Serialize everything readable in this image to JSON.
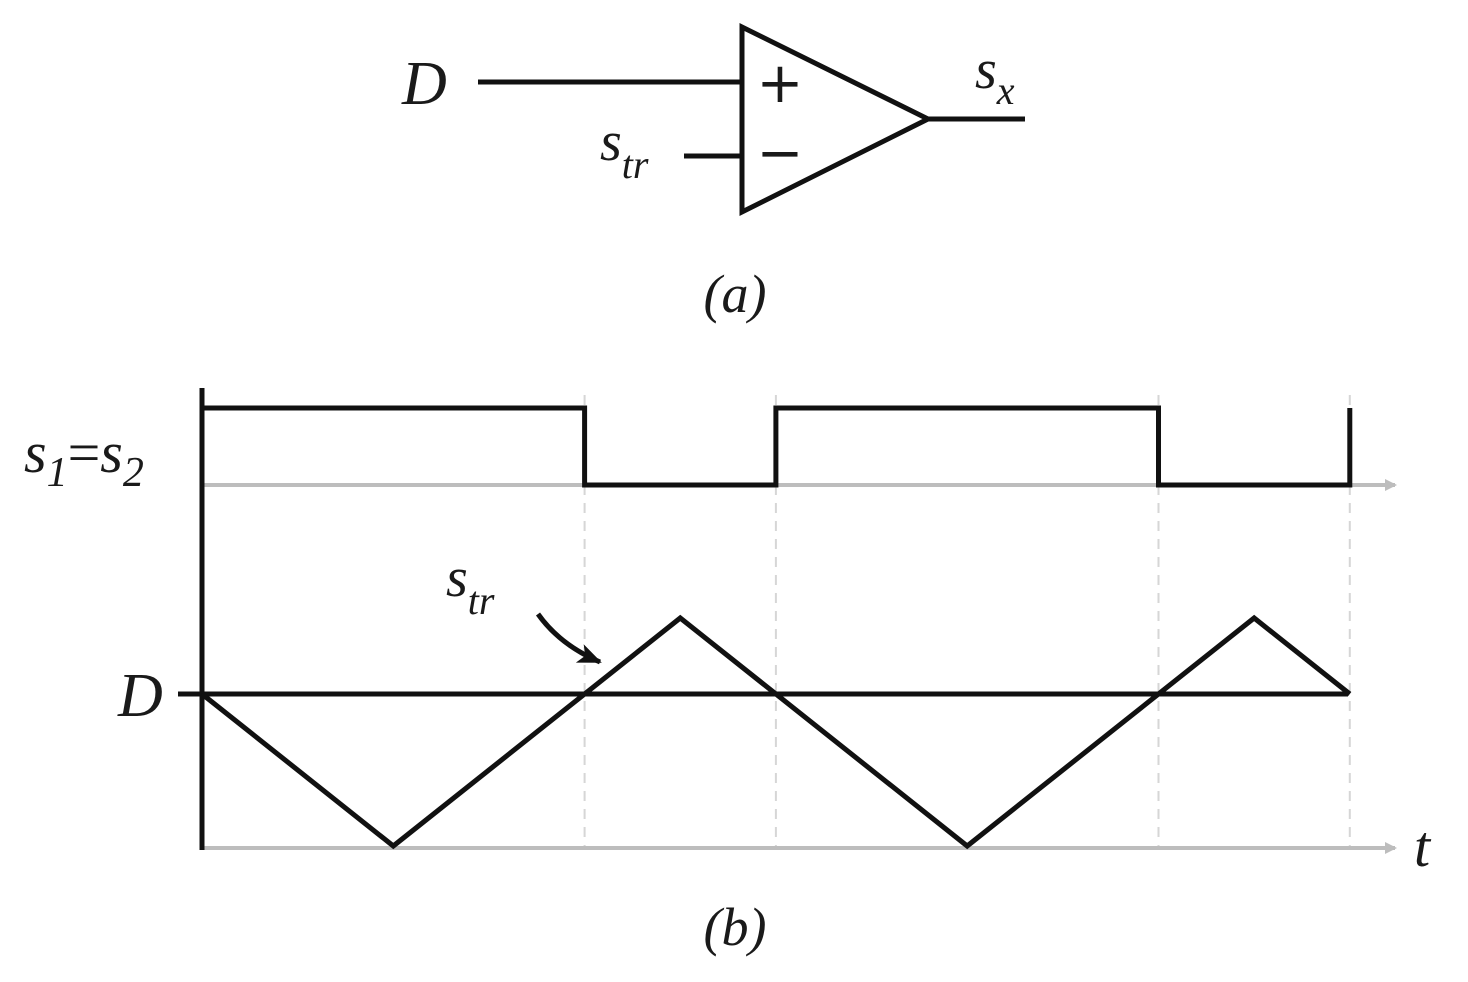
{
  "panel_a": {
    "caption": "(a)",
    "input_plus": {
      "base": "D",
      "sub": ""
    },
    "input_minus": {
      "base": "s",
      "sub": "tr"
    },
    "output": {
      "base": "s",
      "sub": "x"
    },
    "plus_sign": "+",
    "minus_sign": "−"
  },
  "panel_b": {
    "caption": "(b)",
    "top_label": {
      "s1": "s",
      "s1_sub": "1",
      "eq": "=",
      "s2": "s",
      "s2_sub": "2"
    },
    "d_label": "D",
    "carrier_label": {
      "base": "s",
      "sub": "tr"
    },
    "time_label": "t",
    "carrier_vertices": [
      {
        "t": 0,
        "level": 0
      },
      {
        "t": 1,
        "level": -1
      },
      {
        "t": 2.5,
        "level": 0.5
      },
      {
        "t": 4,
        "level": -1
      },
      {
        "t": 5.5,
        "level": 0.5
      },
      {
        "t": 6,
        "level": 0
      }
    ],
    "pulse_transitions": [
      0,
      2,
      3,
      5,
      6
    ],
    "pulse_states": [
      1,
      0,
      1,
      0
    ],
    "colors": {
      "wave": "#111111",
      "axis": "#bdbdbd",
      "guide": "#d6d6d6"
    }
  }
}
